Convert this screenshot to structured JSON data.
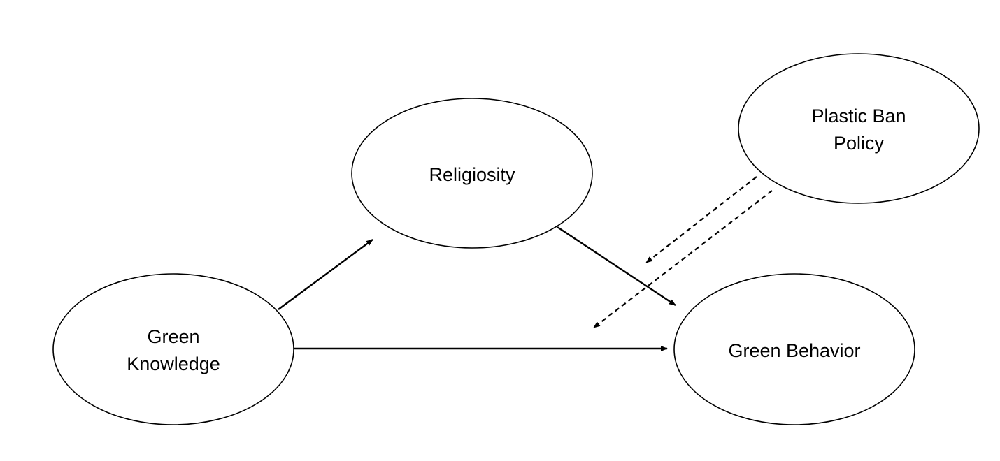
{
  "nodes": {
    "green_knowledge": {
      "line1": "Green",
      "line2": "Knowledge"
    },
    "religiosity": {
      "label": "Religiosity"
    },
    "plastic_ban_policy": {
      "line1": "Plastic Ban",
      "line2": "Policy"
    },
    "green_behavior": {
      "label": "Green Behavior"
    }
  },
  "edges": [
    {
      "from": "Green Knowledge",
      "to": "Religiosity",
      "style": "solid"
    },
    {
      "from": "Religiosity",
      "to": "Green Behavior",
      "style": "solid"
    },
    {
      "from": "Green Knowledge",
      "to": "Green Behavior",
      "style": "solid"
    },
    {
      "from": "Plastic Ban Policy",
      "to": "Religiosity to Green Behavior path",
      "style": "dashed"
    },
    {
      "from": "Plastic Ban Policy",
      "to": "Green Knowledge to Green Behavior path",
      "style": "dashed"
    }
  ]
}
